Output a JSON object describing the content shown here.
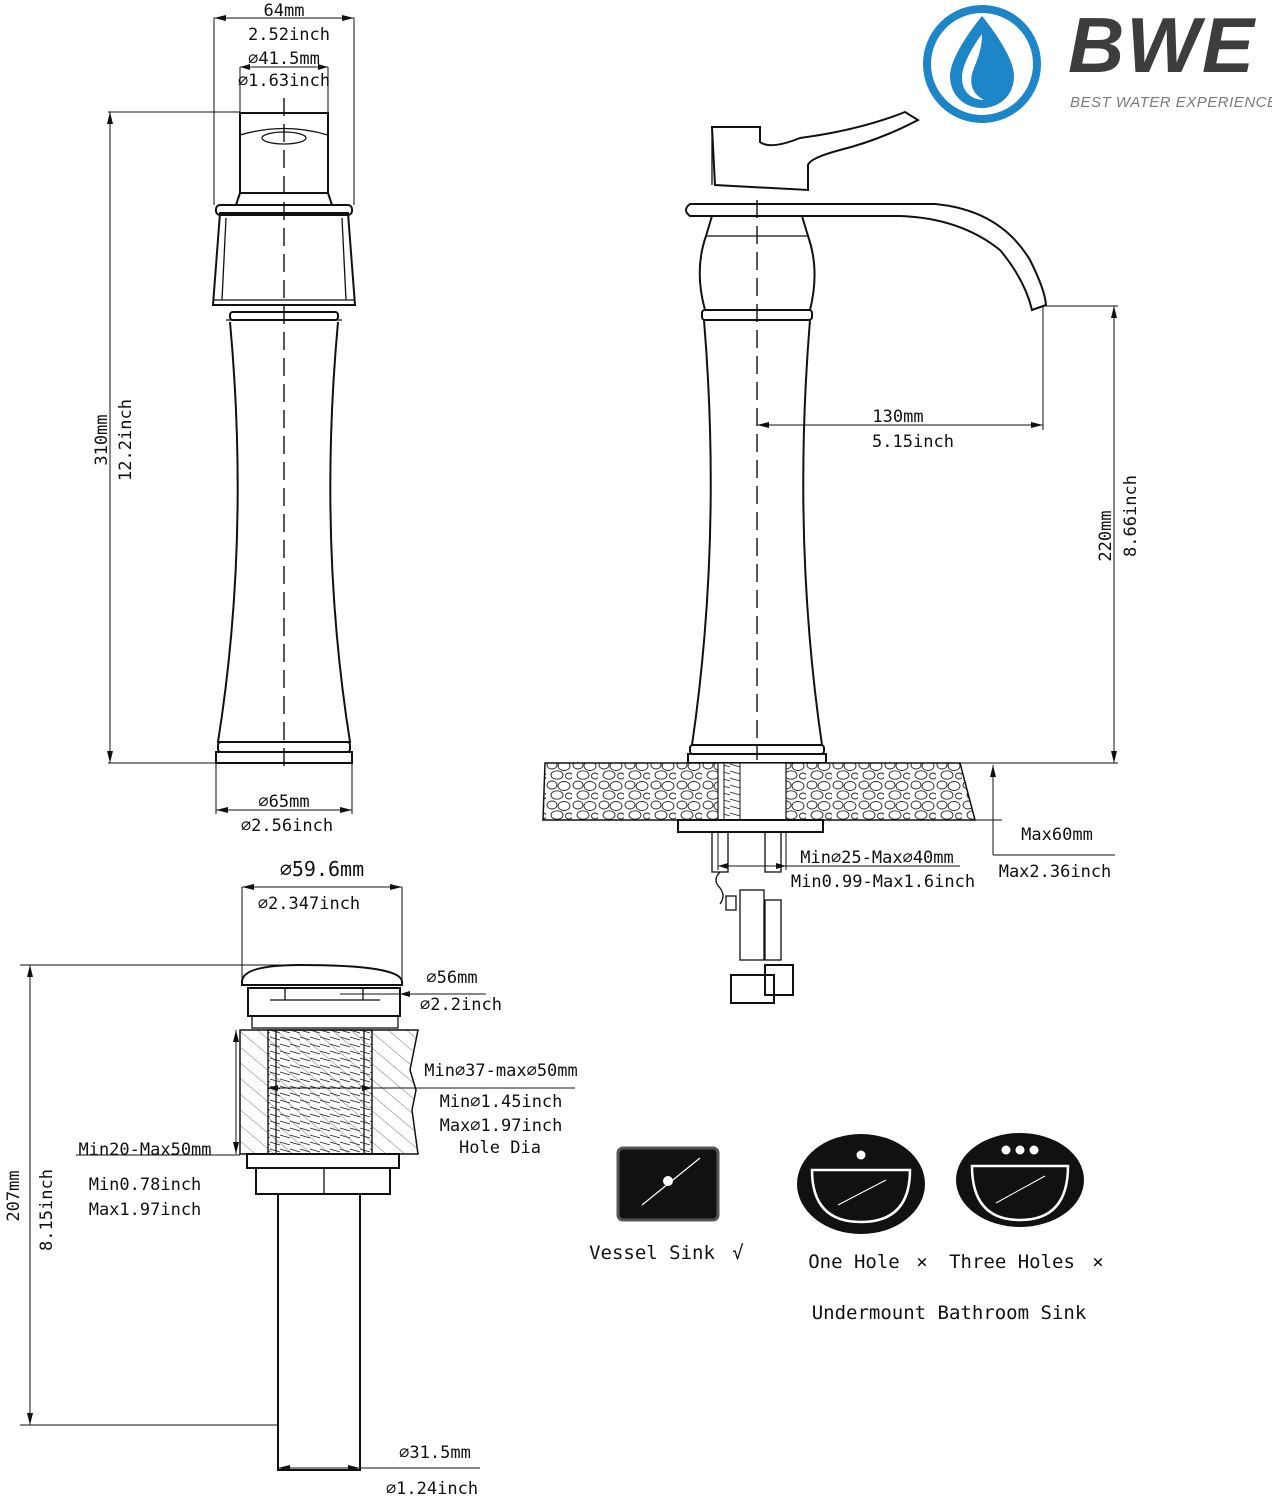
{
  "brand": {
    "name": "BWE",
    "tagline": "BEST WATER EXPERIENCE",
    "color_primary": "#1d86c8",
    "color_text": "#3d3d3d"
  },
  "front_view": {
    "top_width_mm": "64mm",
    "top_width_in": "2.52inch",
    "handle_dia_mm": "⌀41.5mm",
    "handle_dia_in": "⌀1.63inch",
    "height_mm": "310mm",
    "height_in": "12.2inch",
    "base_dia_mm": "⌀65mm",
    "base_dia_in": "⌀2.56inch"
  },
  "side_view": {
    "reach_mm": "130mm",
    "reach_in": "5.15inch",
    "spout_height_mm": "220mm",
    "spout_height_in": "8.66inch",
    "deck_max_mm": "Max60mm",
    "deck_max_in": "Max2.36inch",
    "hole_mm": "Min⌀25-Max⌀40mm",
    "hole_in": "Min0.99-Max1.6inch"
  },
  "drain_view": {
    "cap_dia_mm": "⌀59.6mm",
    "cap_dia_in": "⌀2.347inch",
    "flange_dia_mm": "⌀56mm",
    "flange_dia_in": "⌀2.2inch",
    "hole_mm": "Min⌀37-max⌀50mm",
    "hole_min_in": "Min⌀1.45inch",
    "hole_max_in": "Max⌀1.97inch",
    "hole_label": "Hole Dia",
    "thickness_mm": "Min20-Max50mm",
    "thickness_min_in": "Min0.78inch",
    "thickness_max_in": "Max1.97inch",
    "height_mm": "207mm",
    "height_in": "8.15inch",
    "tail_dia_mm": "⌀31.5mm",
    "tail_dia_in": "⌀1.24inch"
  },
  "sink_types": {
    "vessel": "Vessel Sink",
    "vessel_mark": "√",
    "one_hole": "One Hole",
    "one_hole_mark": "×",
    "three_holes": "Three Holes",
    "three_holes_mark": "×",
    "undermount_label": "Undermount Bathroom Sink"
  }
}
